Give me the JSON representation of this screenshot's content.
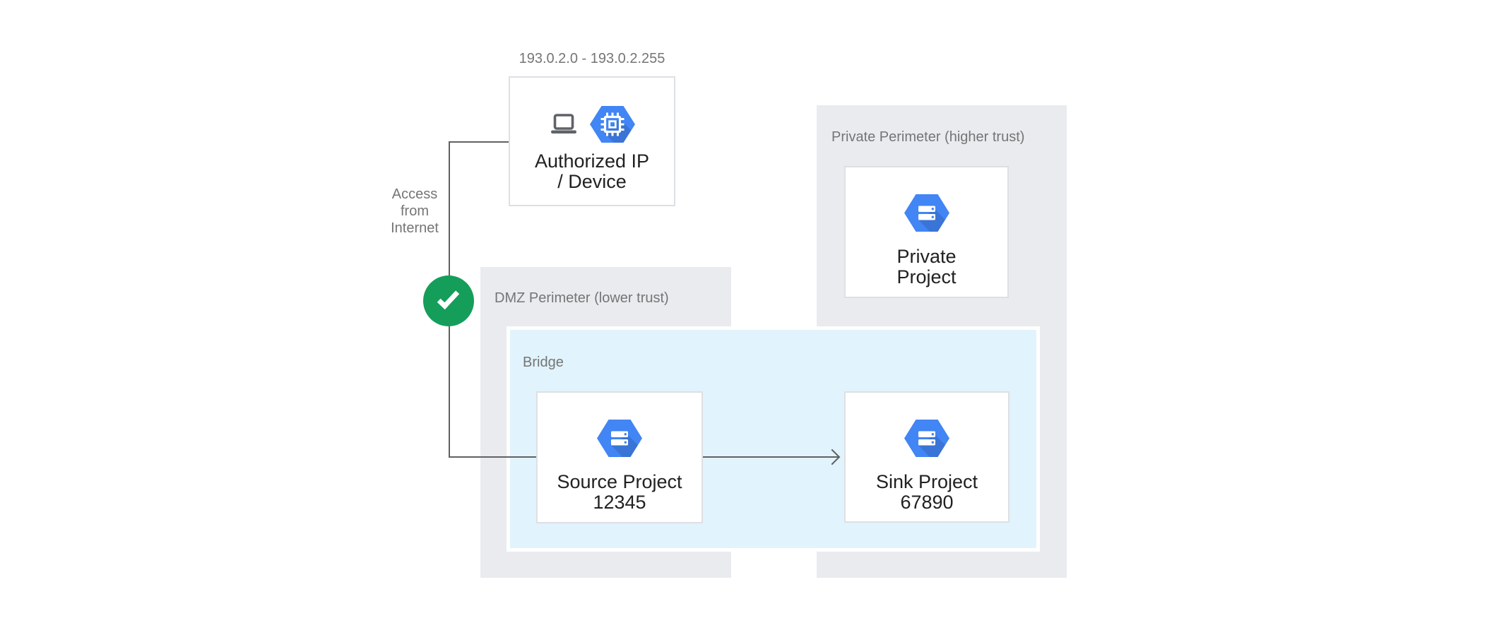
{
  "ip_range_label": "193.0.2.0 - 193.0.2.255",
  "access_label": {
    "lines": [
      "Access",
      "from",
      "Internet"
    ]
  },
  "dmz_panel": {
    "label": "DMZ Perimeter (lower trust)"
  },
  "bridge_box": {
    "label": "Bridge"
  },
  "private_panel": {
    "label": "Private Perimeter (higher trust)"
  },
  "nodes": {
    "authorized": {
      "title_lines": [
        "Authorized IP",
        "/ Device"
      ],
      "icons": [
        "laptop-icon",
        "compute-engine-hexagon-icon"
      ]
    },
    "source": {
      "title_lines": [
        "Source Project",
        "12345"
      ],
      "icon": "project-hexagon-icon"
    },
    "sink": {
      "title_lines": [
        "Sink Project",
        "67890"
      ],
      "icon": "project-hexagon-icon"
    },
    "private": {
      "title_lines": [
        "Private",
        "Project"
      ],
      "icon": "project-hexagon-icon"
    }
  },
  "status_badge": {
    "icon": "check-icon"
  },
  "colors": {
    "hexagon_blue": "#4285F4",
    "panel_gray": "#E9EBEE",
    "bridge_blue": "#E1F3FC",
    "line_gray": "#616161",
    "box_border_gray": "#DDE0E3",
    "label_gray": "#757575",
    "node_text": "#212121",
    "check_green": "#149E5A"
  }
}
